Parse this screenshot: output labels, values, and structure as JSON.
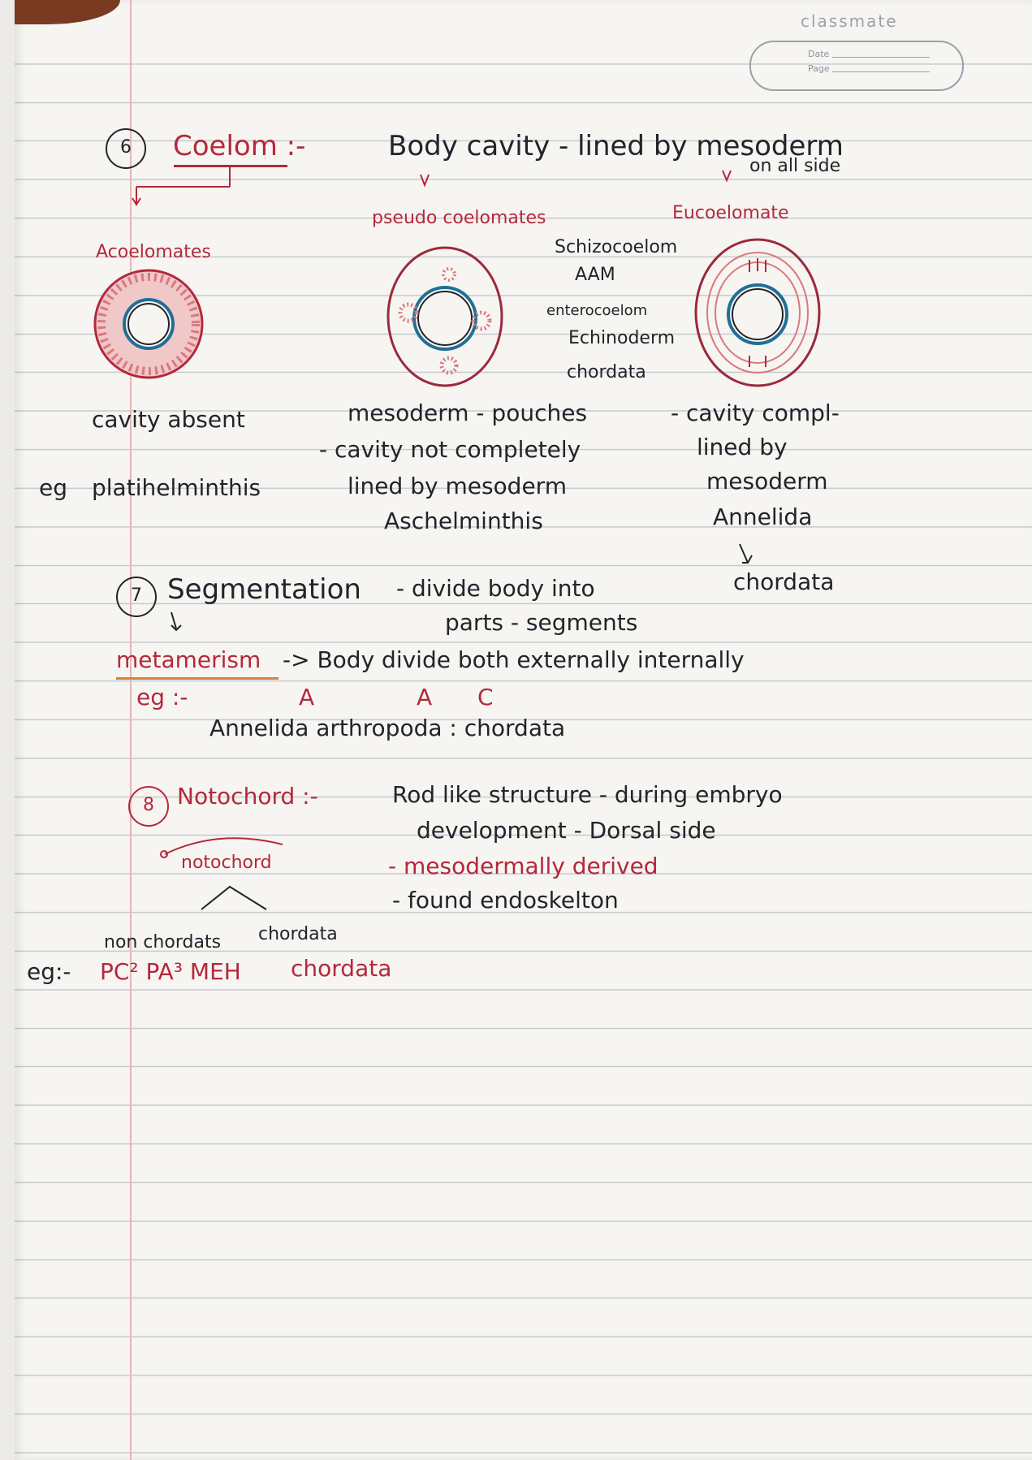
{
  "brand": "classmate",
  "date_box": {
    "date_label": "Date",
    "page_label": "Page"
  },
  "section6": {
    "number": "6",
    "title": "Coelom :-",
    "definition": "Body cavity - lined by mesoderm",
    "definition_cont": "on all side",
    "acoelomate": "Acoelomates",
    "pseudo": "pseudo coelomates",
    "eucoelomate": "Eucoelomate",
    "schizo": "Schizocoelom",
    "schizo_eg": "AAM",
    "entero": "enterocoelom",
    "entero_eg1": "Echinoderm",
    "entero_eg2": "chordata",
    "acoel_desc": "cavity absent",
    "pseudo_desc1": "mesoderm - pouches",
    "pseudo_desc2": "- cavity not completely",
    "pseudo_desc3": "lined by mesoderm",
    "eu_desc1": "- cavity compl-",
    "eu_desc2": "lined by",
    "eu_desc3": "mesoderm",
    "eg_label": "eg",
    "acoel_eg": "platihelminthis",
    "pseudo_eg": "Aschelminthis",
    "eu_eg1": "Annelida",
    "eu_eg2": "chordata"
  },
  "section7": {
    "number": "7",
    "title": "Segmentation",
    "definition": "- divide body into",
    "definition_cont": "parts - segments",
    "term": "metamerism",
    "term_def": "-> Body divide both externally internally",
    "eg": "eg :-",
    "mark_a1": "A",
    "mark_a2": "A",
    "mark_c": "C",
    "examples": "Annelida    arthropoda : chordata"
  },
  "section8": {
    "number": "8",
    "title": "Notochord :-",
    "definition": "Rod like structure - during embryo",
    "definition_cont": "development - Dorsal side",
    "point1": "- mesodermally derived",
    "point2": "- found endoskelton",
    "notochord": "notochord",
    "non_chordata": "non chordats",
    "chordata": "chordata",
    "eg": "eg:-",
    "eg_non": "PC² PA³ MEH",
    "eg_chordata": "chordata"
  }
}
